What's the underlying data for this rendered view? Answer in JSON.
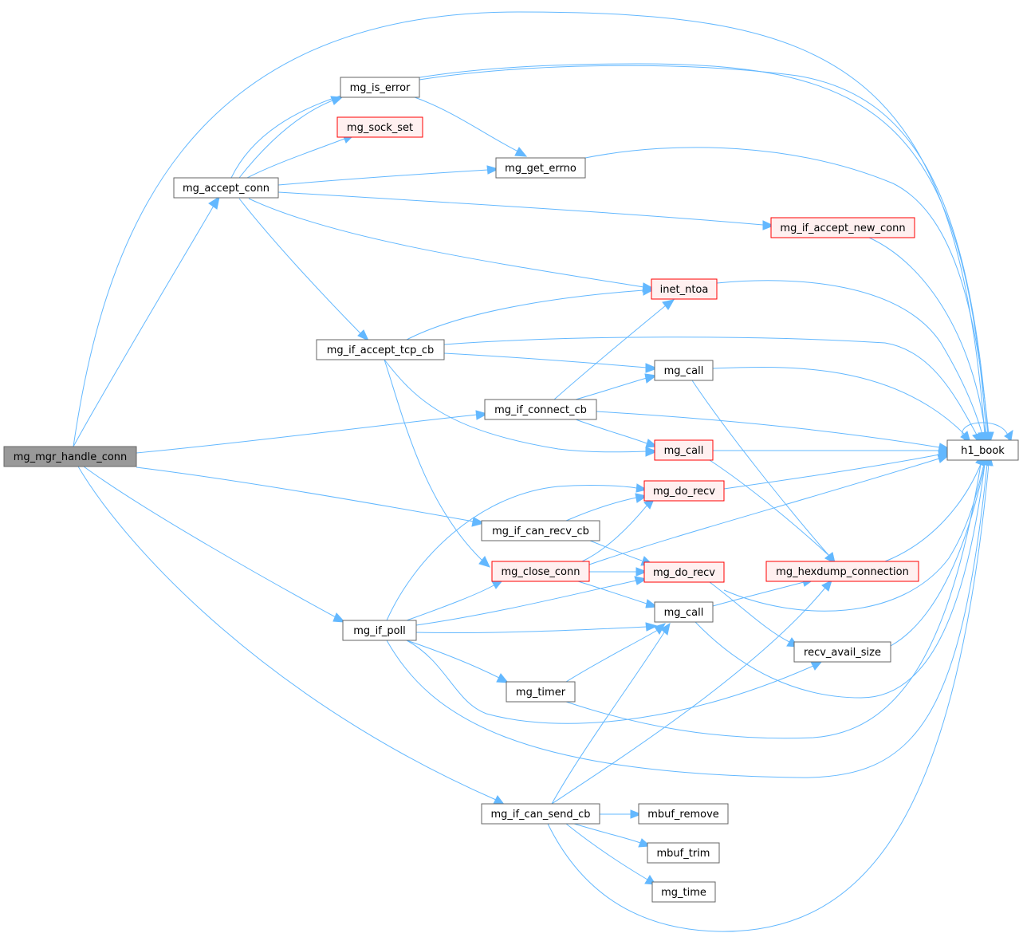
{
  "graph": {
    "colors": {
      "edge": "#63b8ff",
      "root_fill": "#999999",
      "root_stroke": "#666666",
      "normal_fill": "#ffffff",
      "normal_stroke": "#666666",
      "truncated_fill": "#fff0f0",
      "truncated_stroke": "#ff0000"
    },
    "nodes": [
      {
        "id": "mgr",
        "label": "mg_mgr_handle_conn",
        "style": "root"
      },
      {
        "id": "accept_conn",
        "label": "mg_accept_conn",
        "style": "normal"
      },
      {
        "id": "is_error",
        "label": "mg_is_error",
        "style": "normal"
      },
      {
        "id": "sock_set",
        "label": "mg_sock_set",
        "style": "truncated"
      },
      {
        "id": "get_errno",
        "label": "mg_get_errno",
        "style": "normal"
      },
      {
        "id": "accept_new",
        "label": "mg_if_accept_new_conn",
        "style": "truncated"
      },
      {
        "id": "inet_ntoa",
        "label": "inet_ntoa",
        "style": "truncated"
      },
      {
        "id": "accept_tcp",
        "label": "mg_if_accept_tcp_cb",
        "style": "normal"
      },
      {
        "id": "call1",
        "label": "mg_call",
        "style": "normal"
      },
      {
        "id": "connect_cb",
        "label": "mg_if_connect_cb",
        "style": "normal"
      },
      {
        "id": "call2",
        "label": "mg_call",
        "style": "truncated"
      },
      {
        "id": "do_recv1",
        "label": "mg_do_recv",
        "style": "truncated"
      },
      {
        "id": "can_recv",
        "label": "mg_if_can_recv_cb",
        "style": "normal"
      },
      {
        "id": "close_conn",
        "label": "mg_close_conn",
        "style": "truncated"
      },
      {
        "id": "do_recv2",
        "label": "mg_do_recv",
        "style": "truncated"
      },
      {
        "id": "hexdump",
        "label": "mg_hexdump_connection",
        "style": "truncated"
      },
      {
        "id": "call3",
        "label": "mg_call",
        "style": "normal"
      },
      {
        "id": "if_poll",
        "label": "mg_if_poll",
        "style": "normal"
      },
      {
        "id": "recv_avail",
        "label": "recv_avail_size",
        "style": "normal"
      },
      {
        "id": "timer",
        "label": "mg_timer",
        "style": "normal"
      },
      {
        "id": "can_send",
        "label": "mg_if_can_send_cb",
        "style": "normal"
      },
      {
        "id": "mbuf_remove",
        "label": "mbuf_remove",
        "style": "normal"
      },
      {
        "id": "mbuf_trim",
        "label": "mbuf_trim",
        "style": "normal"
      },
      {
        "id": "mg_time",
        "label": "mg_time",
        "style": "normal"
      },
      {
        "id": "h1_book",
        "label": "h1_book",
        "style": "normal"
      }
    ]
  }
}
